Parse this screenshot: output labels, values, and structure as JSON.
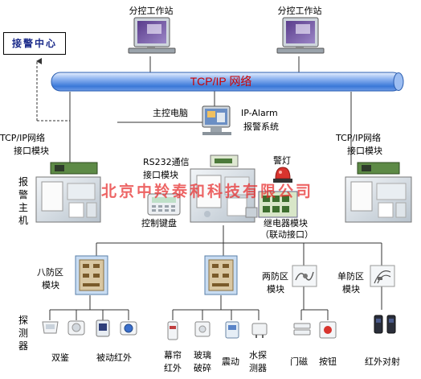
{
  "colors": {
    "bus": "#3a78d8",
    "bus_light": "#c8dcfb",
    "watermark": "#e62828",
    "panel": "#dde4ea"
  },
  "workstations": {
    "left": "分控工作站",
    "right": "分控工作站"
  },
  "alarm_center": "接警中心",
  "bus_label": "TCP/IP 网络",
  "host": {
    "main_pc": "主控电脑",
    "ip_alarm_line1": "IP-Alarm",
    "ip_alarm_line2": "报警系统",
    "rs232_line1": "RS232通信",
    "rs232_line2": "接口模块",
    "warning_light": "警灯",
    "keypad": "控制键盘",
    "relay_line1": "继电器模块",
    "relay_line2": "（联动接口）"
  },
  "left_side": {
    "tcp_line1": "TCP/IP网络",
    "tcp_line2": "接口模块",
    "host_label": "报警主机"
  },
  "right_side": {
    "tcp_line1": "TCP/IP网络",
    "tcp_line2": "接口模块"
  },
  "watermark": "北京中羚泰和科技有限公司",
  "modules": {
    "eight_line1": "八防区",
    "eight_line2": "模块",
    "two_line1": "两防区",
    "two_line2": "模块",
    "single_line1": "单防区",
    "single_line2": "模块"
  },
  "detector_label": "探测器",
  "devices": {
    "dual": "双鉴",
    "pir": "被动红外",
    "curtain_line1": "幕帘",
    "curtain_line2": "红外",
    "glass_line1": "玻璃",
    "glass_line2": "破碎",
    "vibration": "震动",
    "water_line1": "水探",
    "water_line2": "测器",
    "door": "门磁",
    "button": "按钮",
    "beam": "红外对射"
  }
}
